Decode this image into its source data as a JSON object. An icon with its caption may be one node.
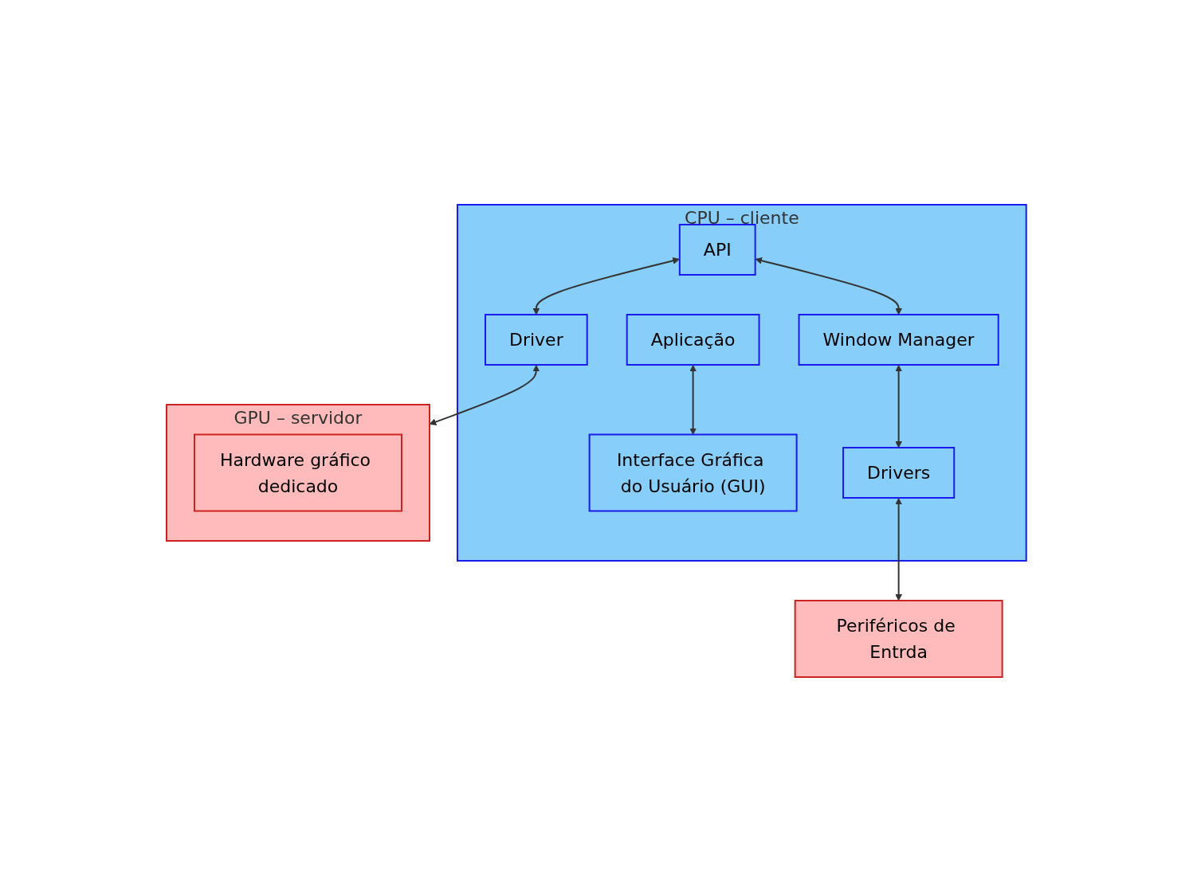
{
  "diagram": {
    "nodes": [
      {
        "text": [
          "CPU – cliente"
        ]
      },
      {
        "text": [
          "Aplicação"
        ],
        "in": 0
      },
      {
        "text": [
          "Interface Gráfica do Usuário (GUI)"
        ],
        "in": 0
      },
      {
        "text": [
          "API"
        ],
        "in": 0
      },
      {
        "text": [
          "Window Manager"
        ],
        "in": 0
      },
      {
        "text": [
          "Driver"
        ],
        "in": 0
      },
      {
        "text": [
          "Drivers"
        ],
        "in": 0
      },
      {
        "text": [
          "GPU – servidor"
        ]
      },
      {
        "text": [
          "Hardware gráfico dedicado"
        ],
        "in": 7
      },
      {
        "text": [
          "Periféricos de Entrda"
        ]
      }
    ],
    "edges": [
      {
        "from": 1,
        "to": 2,
        "arrow": "both"
      },
      {
        "from": 3,
        "to": 4,
        "arrow": "both"
      },
      {
        "from": 3,
        "to": 5,
        "arrow": "both"
      },
      {
        "from": 4,
        "to": 6,
        "arrow": "both"
      },
      {
        "from": 5,
        "to": 7,
        "arrow": "both"
      },
      {
        "from": 6,
        "to": 9,
        "arrow": "both"
      }
    ]
  }
}
